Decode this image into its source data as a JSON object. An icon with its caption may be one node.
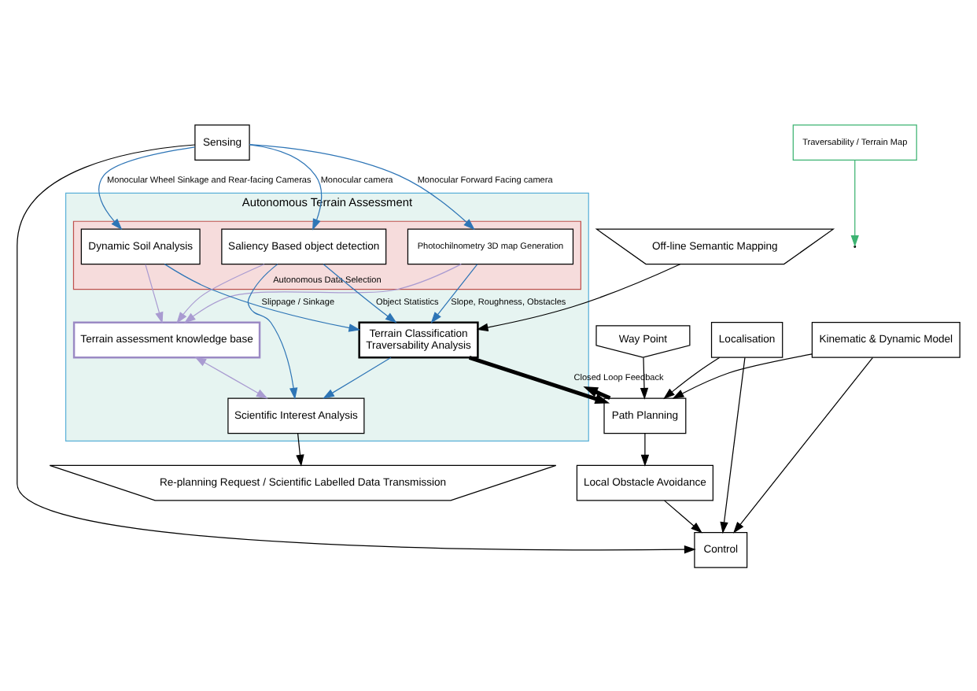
{
  "diagram": {
    "nodes": [
      {
        "text": [
          "Off-line Semantic Mapping"
        ]
      },
      {
        "text": [
          "Autonomous Terrain Assessment"
        ]
      },
      {
        "text": [
          "Autonomous Data Selection"
        ],
        "in": 1
      },
      {
        "text": [
          "Photochilnometry 3D map Generation"
        ],
        "in": 2
      },
      {
        "text": [
          "Dynamic Soil Analysis"
        ],
        "in": 2
      },
      {
        "text": [
          "Saliency Based object detection"
        ],
        "in": 2
      },
      {
        "text": [
          "Terrain Classification",
          "Traversability Analysis"
        ],
        "in": 1
      },
      {
        "text": [
          "Scientific Interest Analysis"
        ],
        "in": 1
      },
      {
        "text": [
          "Terrain assessment knowledge base"
        ],
        "in": 1
      },
      {
        "text": [
          "Sensing"
        ]
      },
      {
        "text": [
          "Way Point"
        ]
      },
      {
        "text": [
          "Localisation"
        ]
      },
      {
        "text": [
          "Path Planning"
        ]
      },
      {
        "text": [
          "Kinematic & Dynamic Model"
        ]
      },
      {
        "text": [
          "Local Obstacle Avoidance"
        ]
      },
      {
        "text": [
          "Control"
        ]
      },
      {
        "text": [
          "Re-planning Request / Scientific Labelled Data Transmission"
        ]
      },
      {
        "text": [
          "Traversability / Terrain Map"
        ]
      }
    ],
    "edges": [
      {
        "from": 9,
        "to": 3,
        "arrow": "to",
        "label": "Monocular Forward Facing camera",
        "color": "#2e75b6"
      },
      {
        "from": 9,
        "to": 4,
        "arrow": "to",
        "label": "Monocular Wheel Sinkage and Rear-facing Cameras",
        "color": "#2e75b6"
      },
      {
        "from": 9,
        "to": 5,
        "arrow": "to",
        "label": "Monocular camera",
        "color": "#2e75b6"
      },
      {
        "from": 3,
        "to": 6,
        "arrow": "to",
        "label": "Slope, Roughness, Obstacles",
        "color": "#2e75b6"
      },
      {
        "from": 4,
        "to": 6,
        "arrow": "to",
        "label": "Slippage / Sinkage",
        "color": "#2e75b6"
      },
      {
        "from": 5,
        "to": 6,
        "arrow": "to",
        "label": "Object Statistics",
        "color": "#2e75b6"
      },
      {
        "from": 5,
        "to": 7,
        "arrow": "to",
        "color": "#2e75b6"
      },
      {
        "from": 6,
        "to": 7,
        "arrow": "to",
        "color": "#2e75b6"
      },
      {
        "from": 3,
        "to": 8,
        "arrow": "to",
        "color": "#a99bd1"
      },
      {
        "from": 4,
        "to": 8,
        "arrow": "to",
        "color": "#a99bd1"
      },
      {
        "from": 5,
        "to": 8,
        "arrow": "to",
        "color": "#a99bd1"
      },
      {
        "from": 8,
        "to": 7,
        "arrow": "both",
        "color": "#a99bd1"
      },
      {
        "from": 0,
        "to": 6,
        "arrow": "to"
      },
      {
        "from": 6,
        "to": 12,
        "arrow": "to",
        "style": "thick"
      },
      {
        "from": 12,
        "to": 1,
        "arrow": "to",
        "style": "thick",
        "label": "Closed Loop Feedback"
      },
      {
        "from": 10,
        "to": 12,
        "arrow": "to"
      },
      {
        "from": 11,
        "to": 12,
        "arrow": "to"
      },
      {
        "from": 13,
        "to": 12,
        "arrow": "to"
      },
      {
        "from": 12,
        "to": 14,
        "arrow": "to"
      },
      {
        "from": 14,
        "to": 15,
        "arrow": "to"
      },
      {
        "from": 9,
        "to": 15,
        "arrow": "to"
      },
      {
        "from": 13,
        "to": 15,
        "arrow": "to"
      },
      {
        "from": 11,
        "to": 15,
        "arrow": "to"
      },
      {
        "from": 7,
        "to": 16,
        "arrow": "to"
      },
      {
        "from": 17,
        "to": null,
        "arrow": "to",
        "color": "#3cb371"
      }
    ]
  }
}
